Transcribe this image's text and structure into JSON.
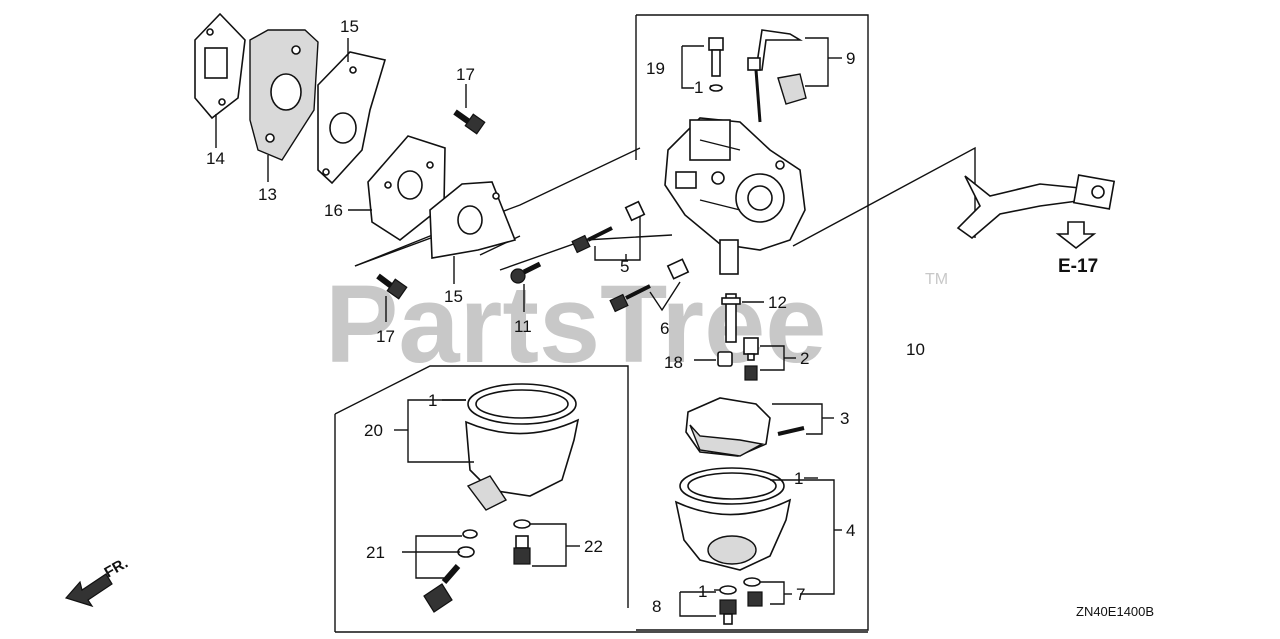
{
  "watermark": {
    "text": "PartsTree",
    "trademark": "TM"
  },
  "diagram_code": "ZN40E1400B",
  "reference": "E-17",
  "direction": "FR.",
  "callouts": {
    "c1a": "1",
    "c1b": "1",
    "c1c": "1",
    "c1d": "1",
    "c2": "2",
    "c3": "3",
    "c4": "4",
    "c5": "5",
    "c6": "6",
    "c7": "7",
    "c8": "8",
    "c9": "9",
    "c10": "10",
    "c11": "11",
    "c12": "12",
    "c13": "13",
    "c14": "14",
    "c15a": "15",
    "c15b": "15",
    "c16": "16",
    "c17a": "17",
    "c17b": "17",
    "c18": "18",
    "c19": "19",
    "c20": "20",
    "c21": "21",
    "c22": "22"
  }
}
